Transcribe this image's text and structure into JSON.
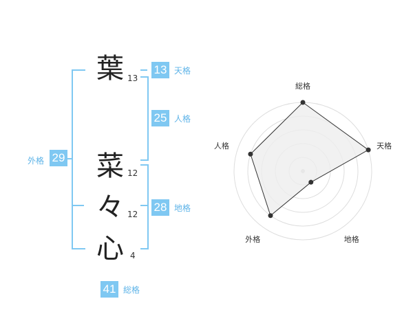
{
  "characters": [
    {
      "char": "葉",
      "strokes": "13"
    },
    {
      "char": "菜",
      "strokes": "12"
    },
    {
      "char": "々",
      "strokes": "12"
    },
    {
      "char": "心",
      "strokes": "4"
    }
  ],
  "grades": {
    "tenkaku": {
      "value": "13",
      "label": "天格"
    },
    "jinkaku": {
      "value": "25",
      "label": "人格"
    },
    "chikaku": {
      "value": "28",
      "label": "地格"
    },
    "gaikaku": {
      "value": "29",
      "label": "外格"
    },
    "soukaku": {
      "value": "41",
      "label": "総格"
    }
  },
  "colors": {
    "accent": "#7fc8f2",
    "label": "#5fb4e8",
    "radar_fill": "#eeeeee",
    "radar_line": "#333333"
  },
  "chart_data": {
    "type": "radar",
    "axes": [
      "総格",
      "天格",
      "地格",
      "外格",
      "人格"
    ],
    "values": [
      5,
      5,
      1,
      4,
      4
    ],
    "max": 5,
    "rings": 5
  }
}
